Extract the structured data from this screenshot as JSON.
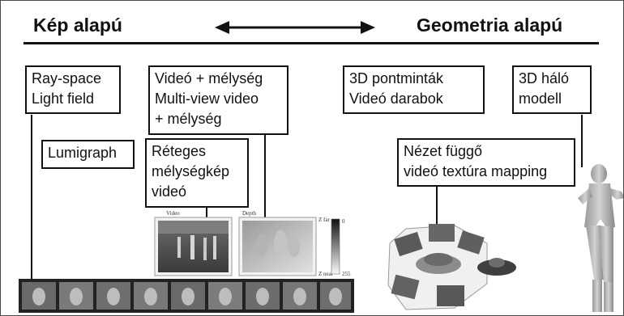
{
  "header": {
    "left_title": "Kép alapú",
    "right_title": "Geometria alapú"
  },
  "boxes": {
    "rayspace": [
      "Ray-space",
      "Light field"
    ],
    "lumigraph": "Lumigraph",
    "video_depth": [
      "Videó + mélység",
      "Multi-view video",
      "+ mélység"
    ],
    "layered": [
      "Réteges",
      "mélységkép",
      "videó"
    ],
    "points_3d": [
      "3D pontminták",
      "Videó darabok"
    ],
    "mesh_3d": [
      "3D háló",
      "modell"
    ],
    "view_dependent": [
      "Nézet függő",
      "videó textúra mapping"
    ]
  },
  "image_labels": {
    "video": "Video",
    "depth": "Depth",
    "scale_top": "Z_far",
    "scale_bottom": "Z_near",
    "scale_max": "0",
    "scale_min": "255"
  },
  "colors": {
    "text": "#111111",
    "rule": "#111111",
    "photo_dark": "#3c3c3c",
    "photo_mid": "#8a8a8a",
    "depth_light": "#d6d6d6"
  },
  "icons": [
    "double-arrow-icon"
  ]
}
